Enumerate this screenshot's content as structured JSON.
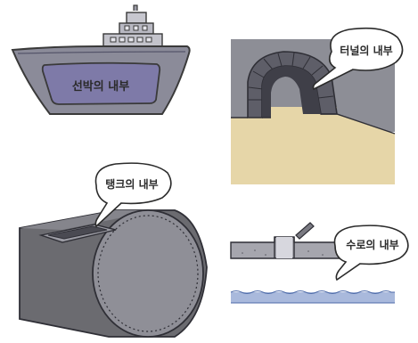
{
  "panels": {
    "ship": {
      "label": "선박의 내부"
    },
    "tunnel": {
      "label": "터널의 내부"
    },
    "tank": {
      "label": "탱크의 내부"
    },
    "waterway": {
      "label": "수로의 내부"
    }
  },
  "colors": {
    "outline": "#3a3a3a",
    "ship_hull": "#8b8b99",
    "ship_window": "#7e7aa8",
    "tunnel_wall": "#8d8e96",
    "tunnel_ground": "#e6d6a8",
    "tank_body": "#6b6b70",
    "tank_end": "#8f8f97",
    "water": "#a9b9dc",
    "channel_gray": "#a6a6ae"
  }
}
